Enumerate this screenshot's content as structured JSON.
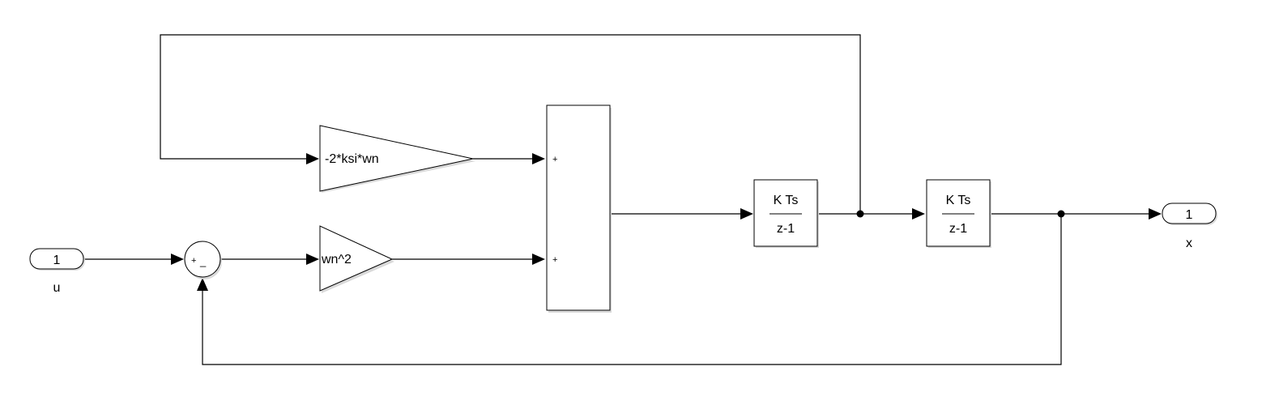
{
  "inport": {
    "number": "1",
    "name": "u"
  },
  "outport": {
    "number": "1",
    "name": "x"
  },
  "sum_small": {
    "plus": "+",
    "minus": "_"
  },
  "gain_damping": {
    "label": "-2*ksi*wn"
  },
  "gain_stiffness": {
    "label": "wn^2"
  },
  "sum_large": {
    "port1": "+",
    "port2": "+"
  },
  "integrator1": {
    "numerator": "K Ts",
    "denominator": "z-1"
  },
  "integrator2": {
    "numerator": "K Ts",
    "denominator": "z-1"
  }
}
